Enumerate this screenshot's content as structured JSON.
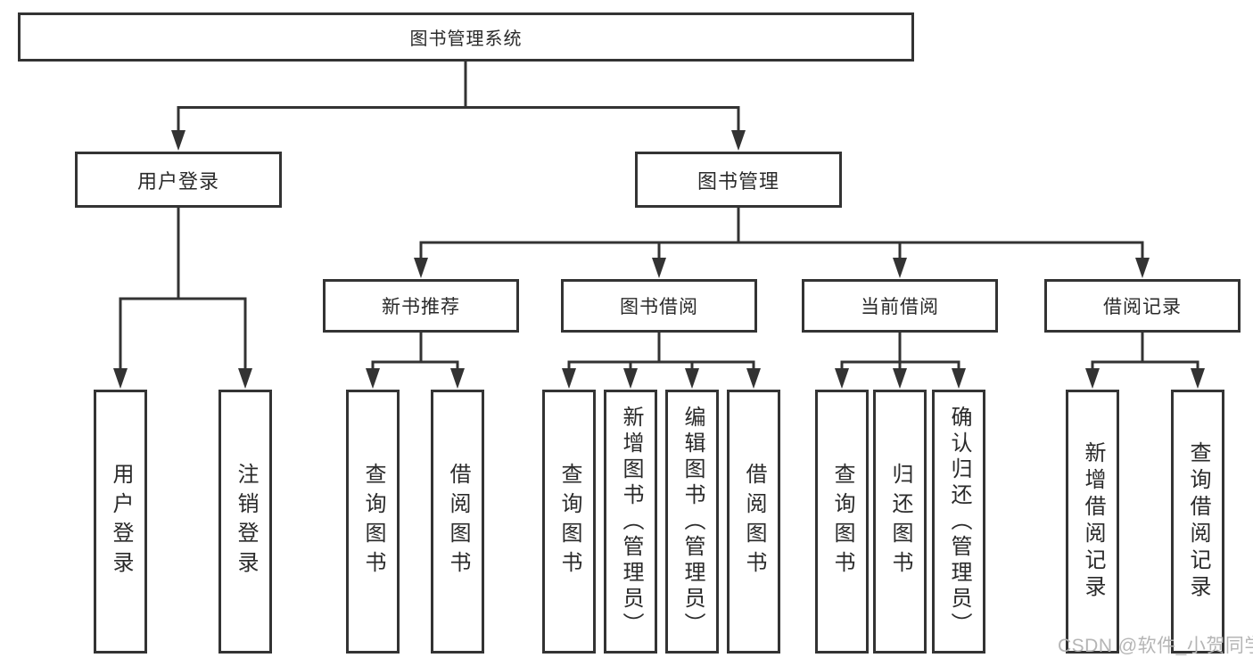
{
  "diagram": {
    "root": {
      "label": "图书管理系统",
      "children": [
        {
          "label": "用户登录",
          "children": [
            {
              "label": "用户登录"
            },
            {
              "label": "注销登录"
            }
          ]
        },
        {
          "label": "图书管理",
          "children": [
            {
              "label": "新书推荐",
              "children": [
                {
                  "label": "查询图书"
                },
                {
                  "label": "借阅图书"
                }
              ]
            },
            {
              "label": "图书借阅",
              "children": [
                {
                  "label": "查询图书"
                },
                {
                  "label": "新增图书（管理员）"
                },
                {
                  "label": "编辑图书（管理员）"
                },
                {
                  "label": "借阅图书"
                }
              ]
            },
            {
              "label": "当前借阅",
              "children": [
                {
                  "label": "查询图书"
                },
                {
                  "label": "归还图书"
                },
                {
                  "label": "确认归还（管理员）"
                }
              ]
            },
            {
              "label": "借阅记录",
              "children": [
                {
                  "label": "新增借阅记录"
                },
                {
                  "label": "查询借阅记录"
                }
              ]
            }
          ]
        }
      ]
    }
  },
  "watermark": {
    "text": "CSDN @软件_小贺同学"
  },
  "colors": {
    "line": "#333333",
    "text": "#2a2a2a",
    "background": "#ffffff",
    "watermark": "#b5b5b5"
  }
}
